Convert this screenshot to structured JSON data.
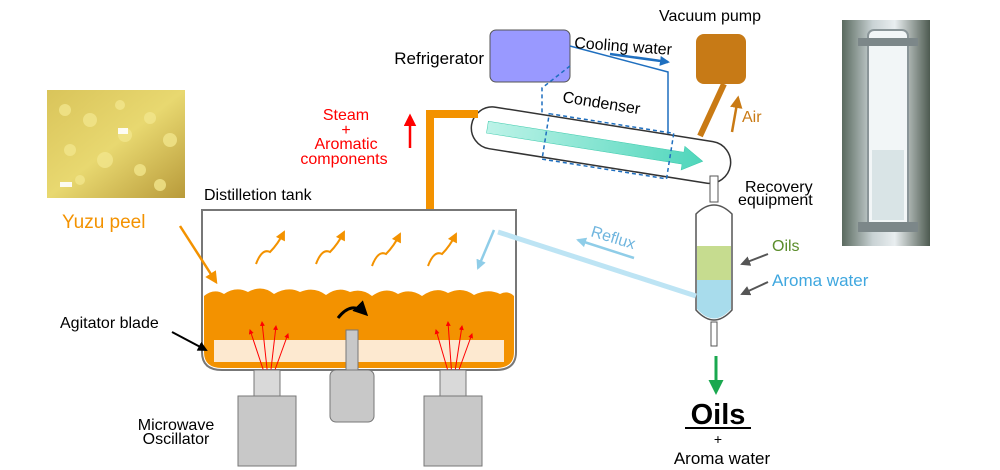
{
  "labels": {
    "refrigerator": "Refrigerator",
    "cooling_water": "Cooling water",
    "vacuum_pump": "Vacuum pump",
    "condenser": "Condenser",
    "air": "Air",
    "steam_line1": "Steam",
    "steam_line2": "+",
    "steam_line3": "Aromatic",
    "steam_line4": "components",
    "distillation_tank": "Distilletion tank",
    "yuzu_peel": "Yuzu peel",
    "agitator_blade": "Agitator blade",
    "reflux": "Reflux",
    "recovery_line1": "Recovery",
    "recovery_line2": "equipment",
    "oils_label": "Oils",
    "aroma_water_label": "Aroma water",
    "microwave_line1": "Microwave",
    "microwave_line2": "Oscillator",
    "output_oils": "Oils",
    "output_plus": "+",
    "output_aroma": "Aroma water"
  },
  "colors": {
    "orange": "#f39200",
    "peel_orange": "#f5a623",
    "red": "#ff0000",
    "blue": "#1f6fbf",
    "light_blue": "#8fcde8",
    "oil_green": "#c6dc8f",
    "green_text": "#5a8c2a",
    "aroma_blue_text": "#3fa7df",
    "brown": "#c97a14",
    "pump": "#c77a16",
    "refrigerator": "#9999ff",
    "gray": "#c8c8c8",
    "condenser_teal": "#7fe3d0",
    "output_green": "#1aa84f"
  }
}
